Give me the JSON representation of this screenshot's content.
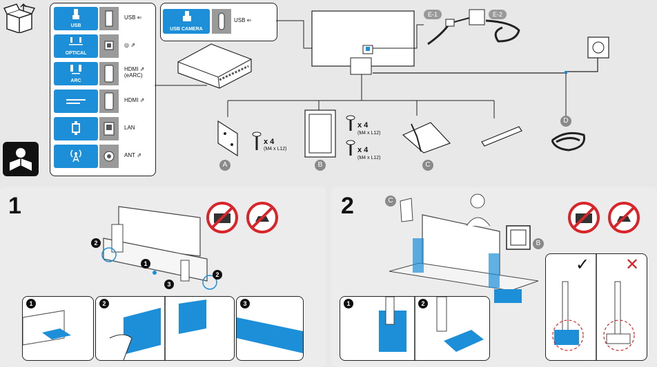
{
  "connections": {
    "ports": [
      {
        "tag": "USB",
        "name": "USB ⇐",
        "icon": "usb-icon"
      },
      {
        "tag": "OPTICAL",
        "name": "◎ ⇗",
        "icon": "optical-icon"
      },
      {
        "tag": "ARC",
        "name": "HDMI ⇗",
        "name2": "(eARC)",
        "icon": "hdmi-arc-icon"
      },
      {
        "tag": "",
        "name": "HDMI ⇗",
        "icon": "hdmi-icon"
      },
      {
        "tag": "",
        "name": "LAN",
        "icon": "lan-icon"
      },
      {
        "tag": "",
        "name": "ANT ⇗",
        "icon": "antenna-icon"
      }
    ],
    "usb_camera": {
      "tag": "USB CAMERA",
      "name": "USB ⇐"
    }
  },
  "accessories": {
    "e1": "E-1",
    "e2": "E-2",
    "a": {
      "letter": "A",
      "qty": "x 4",
      "spec": "(M4 x L12)"
    },
    "b": {
      "letter": "B",
      "qty1": "x 4",
      "spec1": "(M4 x L12)",
      "qty2": "x 4",
      "spec2": "(M4 x L12)"
    },
    "c": {
      "letter": "C"
    },
    "d": {
      "letter": "D"
    }
  },
  "step1": {
    "number": "1",
    "callouts": [
      "2",
      "1",
      "3",
      "2"
    ],
    "substeps": [
      "1",
      "2",
      "3"
    ]
  },
  "step2": {
    "number": "2",
    "c_label": "C",
    "b_label": "B",
    "substeps": [
      "1",
      "2"
    ],
    "check": "✓",
    "cross": "✕"
  },
  "colors": {
    "accent": "#1d8fd8",
    "warning": "#d8252a",
    "jack": "#9a9a9a"
  }
}
